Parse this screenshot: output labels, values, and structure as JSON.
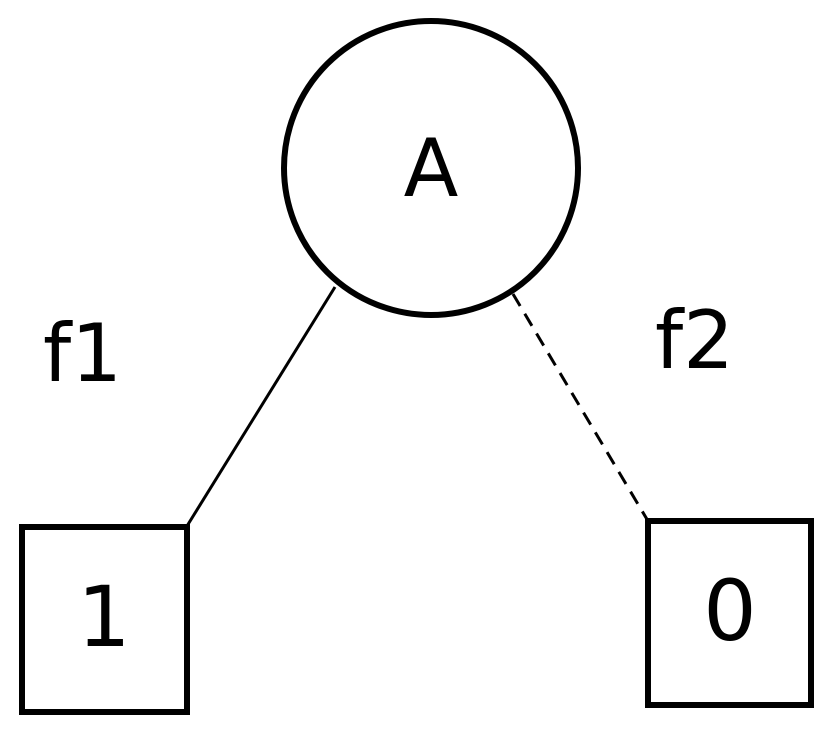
{
  "diagram": {
    "root": {
      "label": "A"
    },
    "leaves": {
      "left": {
        "label": "1"
      },
      "right": {
        "label": "0"
      }
    },
    "edges": {
      "left": {
        "label": "f1",
        "style": "solid"
      },
      "right": {
        "label": "f2",
        "style": "dashed"
      }
    }
  },
  "colors": {
    "stroke": "#000000",
    "background": "#ffffff"
  }
}
